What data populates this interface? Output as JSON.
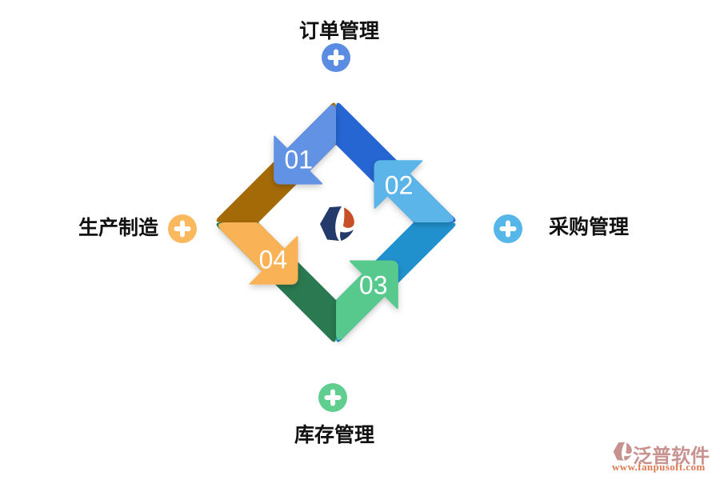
{
  "diagram": {
    "nodes": [
      {
        "id": "order",
        "label": "订单管理",
        "position": "top",
        "plus_color": "#5B8CE4"
      },
      {
        "id": "purchase",
        "label": "采购管理",
        "position": "right",
        "plus_color": "#55B6E8"
      },
      {
        "id": "inventory",
        "label": "库存管理",
        "position": "bottom",
        "plus_color": "#5FCE8E"
      },
      {
        "id": "production",
        "label": "生产制造",
        "position": "left",
        "plus_color": "#FBB95F"
      }
    ],
    "steps": [
      {
        "number": "01",
        "light_color": "#6292E4",
        "dark_color": "#2666D2"
      },
      {
        "number": "02",
        "light_color": "#5BB5E9",
        "dark_color": "#2191CE"
      },
      {
        "number": "03",
        "light_color": "#58C98C",
        "dark_color": "#2B7950"
      },
      {
        "number": "04",
        "light_color": "#F9B357",
        "dark_color": "#A56A08"
      }
    ],
    "flow": "circular-counterclockwise"
  },
  "logo": {
    "navy": "#243A6B",
    "orange": "#C75029"
  },
  "watermark": {
    "brand": "泛普软件",
    "url": "www.fanpusoft.com",
    "glyph_color": "#C69390",
    "brand_color": "#C7928F",
    "url_color": "#DD7950"
  }
}
